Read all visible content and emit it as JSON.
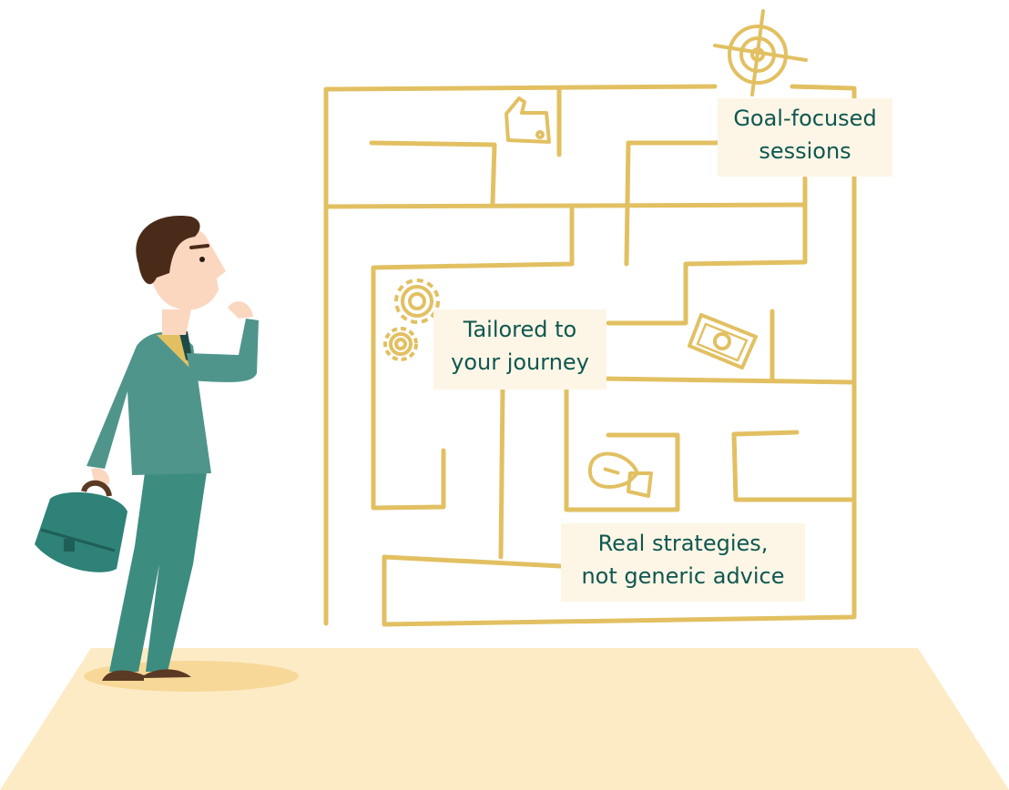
{
  "labels": {
    "goal": [
      "Goal-focused",
      "sessions"
    ],
    "tailored": [
      "Tailored to",
      "your journey"
    ],
    "real": [
      "Real strategies,",
      "not generic advice"
    ]
  },
  "colors": {
    "maze_line": "#e2c062",
    "label_bg": "#fdf6e6",
    "label_text": "#0f5750",
    "floor": "#fdebc6",
    "suit": "#4f958b",
    "briefcase": "#2e8278"
  },
  "icons": [
    "target-icon",
    "thumbs-up-icon",
    "gears-icon",
    "money-bill-icon",
    "lightbulb-icon"
  ]
}
